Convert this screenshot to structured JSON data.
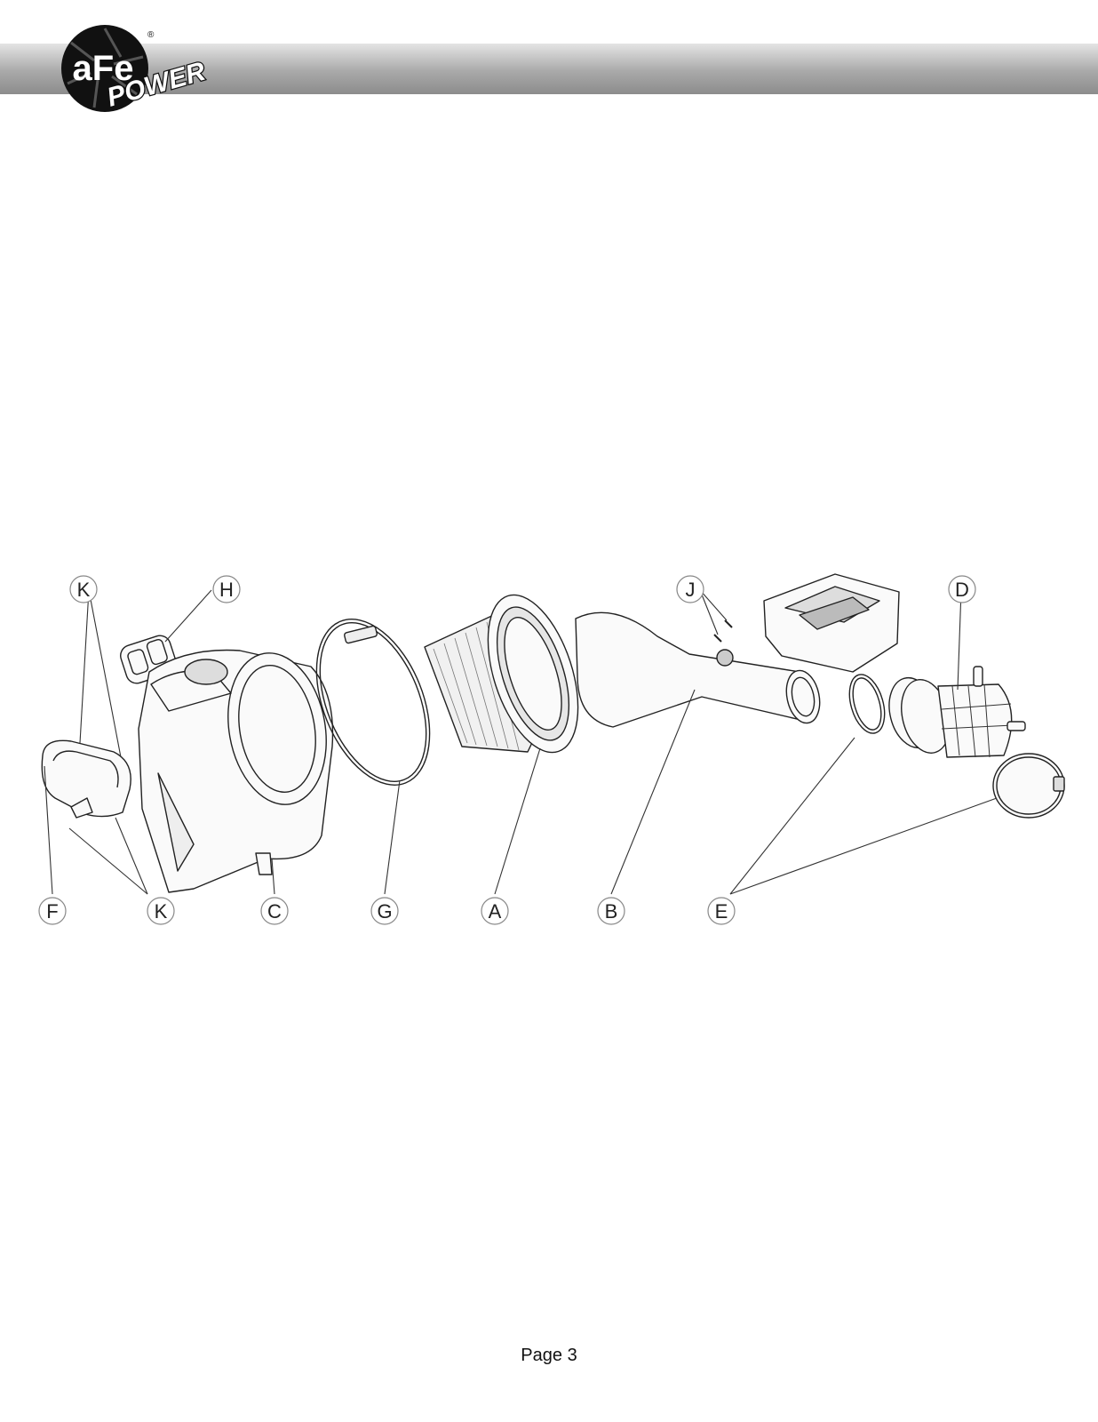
{
  "header": {
    "logo_top": "aFe",
    "logo_bottom": "POWER",
    "registered_mark": "®"
  },
  "callouts": [
    {
      "id": "k-top",
      "letter": "K"
    },
    {
      "id": "h",
      "letter": "H"
    },
    {
      "id": "j",
      "letter": "J"
    },
    {
      "id": "d",
      "letter": "D"
    },
    {
      "id": "f",
      "letter": "F"
    },
    {
      "id": "k-bottom",
      "letter": "K"
    },
    {
      "id": "c",
      "letter": "C"
    },
    {
      "id": "g",
      "letter": "G"
    },
    {
      "id": "a",
      "letter": "A"
    },
    {
      "id": "b",
      "letter": "B"
    },
    {
      "id": "e",
      "letter": "E"
    }
  ],
  "footer": {
    "page_label": "Page 3"
  }
}
